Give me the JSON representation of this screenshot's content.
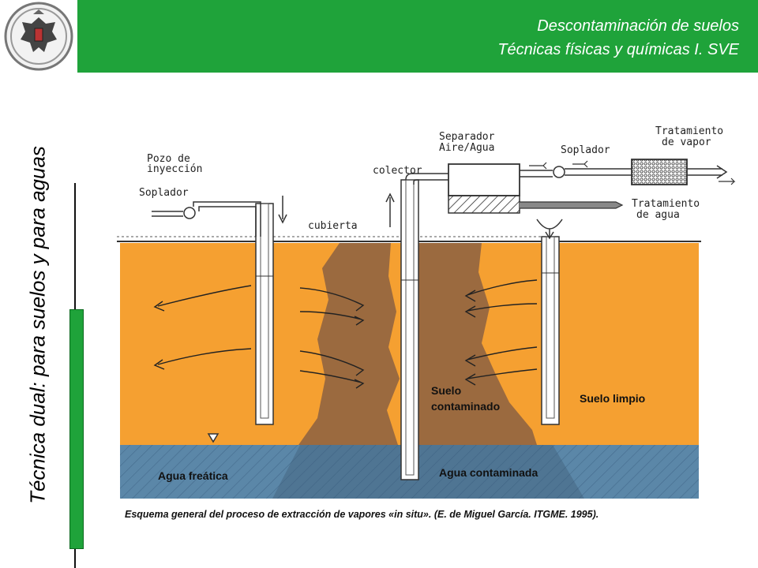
{
  "header": {
    "line1": "Descontaminación de suelos",
    "line2": "Técnicas físicas y químicas I.  SVE",
    "band_color": "#1fa33a"
  },
  "side_title": "Técnica dual: para suelos y para aguas",
  "logo": {
    "icon": "university-crest-icon"
  },
  "diagram": {
    "labels": {
      "pozo_inyeccion_1": "Pozo de",
      "pozo_inyeccion_2": "inyección",
      "soplador_left": "Soplador",
      "cubierta": "cubierta",
      "colector": "colector",
      "separador_1": "Separador",
      "separador_2": "Aire/Agua",
      "soplador_right": "Soplador",
      "trat_vapor_1": "Tratamiento",
      "trat_vapor_2": "de vapor",
      "trat_agua_1": "Tratamiento",
      "trat_agua_2": "de agua",
      "suelo_contaminado_1": "Suelo",
      "suelo_contaminado_2": "contaminado",
      "suelo_limpio": "Suelo limpio",
      "agua_freatica": "Agua freática",
      "agua_contaminada": "Agua contaminada"
    },
    "caption": "Esquema general del proceso de extracción de vapores «in situ».  (E. de Miguel García. ITGME. 1995).",
    "colors": {
      "clean_soil": "#f5a031",
      "contaminated_soil": "#9b6a3f",
      "groundwater": "#5b87a8",
      "contaminated_water": "#4f7593"
    }
  }
}
